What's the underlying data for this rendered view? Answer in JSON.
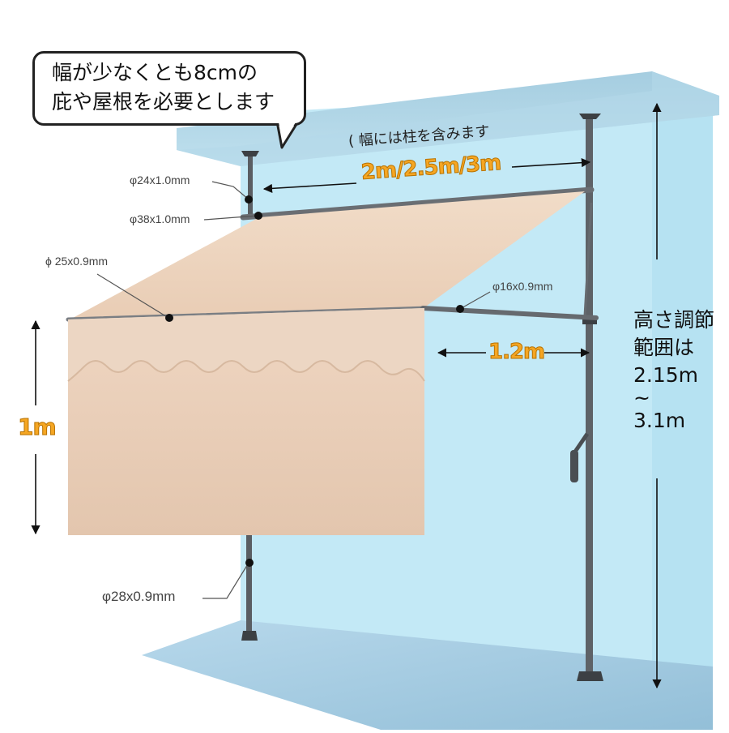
{
  "callout": {
    "line1": "幅が少なくとも8cmの",
    "line2": "庇や屋根を必要とします"
  },
  "width_note": "( 幅には柱を含みます",
  "dimensions": {
    "width": "2m/2.5m/3m",
    "depth": "1.2m",
    "drop": "1m"
  },
  "tube_labels": {
    "top_pole": "φ24x1.0mm",
    "roller": "φ38x1.0mm",
    "front_bar": "ϕ 25x0.9mm",
    "arm": "φ16x0.9mm",
    "lower_pole": "φ28x0.9mm"
  },
  "height_adjust": {
    "line1": "高さ調節",
    "line2": "範囲は",
    "min": "2.15m",
    "tilde": "~",
    "max": "3.1m"
  },
  "colors": {
    "wall": "#bfe8f5",
    "ceiling": "#a9d2e4",
    "floor": "#a7cce2",
    "fabric": "#e8cdb6",
    "fabric_top": "#f0d9c4",
    "pole": "#5a5e63",
    "accent_orange": "#f5a623"
  }
}
